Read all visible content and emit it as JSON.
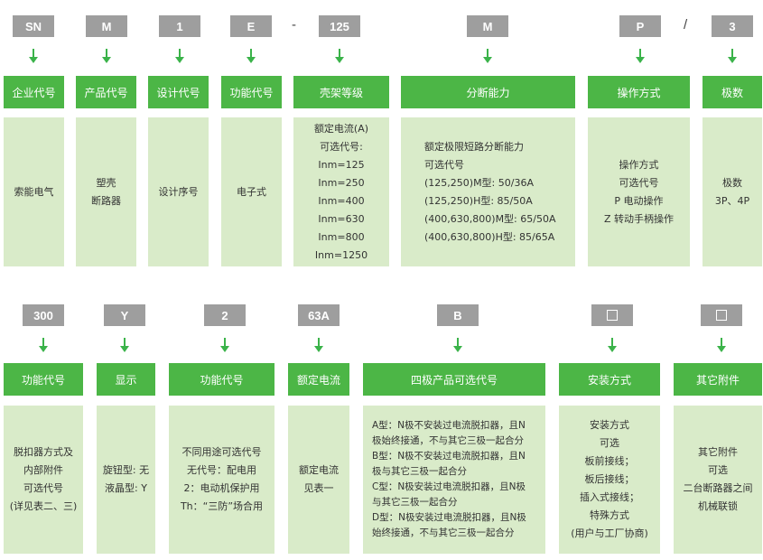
{
  "row1": {
    "codes": [
      "SN",
      "M",
      "1",
      "E",
      "125",
      "M",
      "P",
      "3"
    ],
    "separators": [
      "-",
      "/"
    ],
    "headers": [
      "企业代号",
      "产品代号",
      "设计代号",
      "功能代号",
      "壳架等级",
      "分断能力",
      "操作方式",
      "极数"
    ],
    "descriptions": [
      [
        "索能电气"
      ],
      [
        "塑壳",
        "断路器"
      ],
      [
        "设计序号"
      ],
      [
        "电子式"
      ],
      [
        "额定电流(A)",
        "可选代号:",
        "Inm=125",
        "Inm=250",
        "Inm=400",
        "Inm=630",
        "Inm=800",
        "Inm=1250"
      ],
      [
        "额定极限短路分断能力",
        "可选代号",
        "(125,250)M型: 50/36A",
        "(125,250)H型: 85/50A",
        "(400,630,800)M型: 65/50A",
        "(400,630,800)H型: 85/65A"
      ],
      [
        "操作方式",
        "可选代号",
        "P 电动操作",
        "Z 转动手柄操作"
      ],
      [
        "极数",
        "3P、4P"
      ]
    ]
  },
  "row2": {
    "codes": [
      "300",
      "Y",
      "2",
      "63A",
      "B"
    ],
    "placeholder_codes": [
      "empty-square",
      "empty-square"
    ],
    "headers": [
      "功能代号",
      "显示",
      "功能代号",
      "额定电流",
      "四极产品可选代号",
      "安装方式",
      "其它附件"
    ],
    "descriptions": [
      [
        "脱扣器方式及",
        "内部附件",
        "可选代号",
        "(详见表二、三)"
      ],
      [
        "旋钮型: 无",
        "液晶型: Y"
      ],
      [
        "不同用途可选代号",
        "无代号：配电用",
        "2：电动机保护用",
        "Th：“三防”场合用"
      ],
      [
        "额定电流",
        "见表一"
      ],
      [
        "A型：N极不安装过电流脱扣器，且N",
        "极始终接通，不与其它三极一起合分",
        "B型：N极不安装过电流脱扣器，且N",
        "极与其它三极一起合分",
        "C型：N极安装过电流脱扣器，且N极",
        "与其它三极一起合分",
        "D型：N极安装过电流脱扣器，且N极",
        "始终接通，不与其它三极一起合分"
      ],
      [
        "安装方式",
        "可选",
        "板前接线；",
        "板后接线；",
        "插入式接线；",
        "特殊方式",
        "(用户与工厂协商)"
      ],
      [
        "其它附件",
        "可选",
        "二台断路器之间",
        "机械联锁"
      ]
    ]
  },
  "colors": {
    "code_bg": "#9e9e9e",
    "header_bg": "#4cb646",
    "desc_bg": "#d9ebc9",
    "arrow": "#3bb34a"
  }
}
